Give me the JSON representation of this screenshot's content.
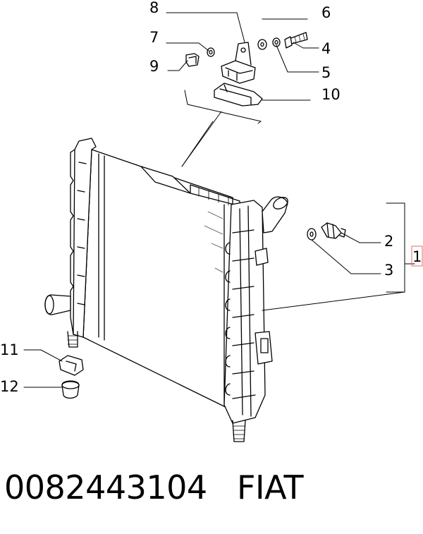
{
  "callouts": {
    "c1": "1",
    "c2": "2",
    "c3": "3",
    "c4": "4",
    "c5": "5",
    "c6": "6",
    "c7": "7",
    "c8": "8",
    "c9": "9",
    "c10": "10",
    "c11": "11",
    "c12": "12"
  },
  "footer": {
    "part_number": "0082443104",
    "brand": "FIAT"
  },
  "colors": {
    "line": "#000000",
    "highlight_box": "#e07070"
  }
}
